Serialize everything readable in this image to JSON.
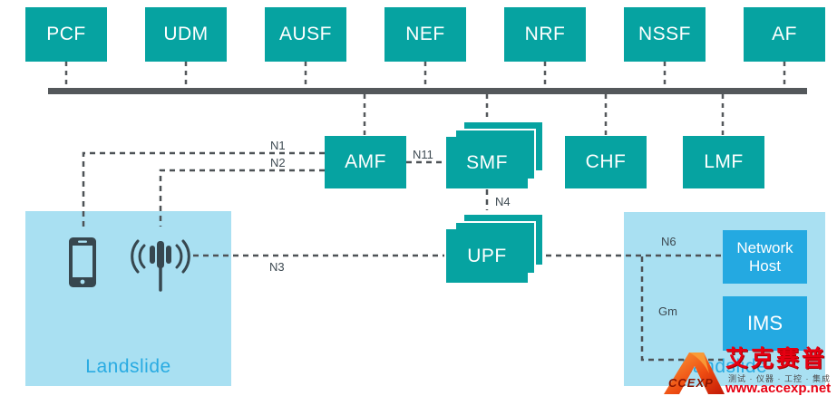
{
  "palette": {
    "node_teal": "#06A3A1",
    "region_light_blue": "#A9E0F2",
    "edge_bright_blue": "#24A9E1",
    "landslide_text_blue": "#29ABE2",
    "bus_gray": "#54585B",
    "dash_gray": "#4D5256",
    "label_dark": "#3E4A52",
    "icon_slate": "#37474F",
    "watermark_red": "#E60012"
  },
  "bus_nodes": [
    {
      "label": "PCF"
    },
    {
      "label": "UDM"
    },
    {
      "label": "AUSF"
    },
    {
      "label": "NEF"
    },
    {
      "label": "NRF"
    },
    {
      "label": "NSSF"
    },
    {
      "label": "AF"
    }
  ],
  "core": {
    "amf": "AMF",
    "smf": "SMF",
    "chf": "CHF",
    "lmf": "LMF",
    "upf": "UPF"
  },
  "edge": {
    "network_host": "Network Host",
    "ims": "IMS"
  },
  "interfaces": {
    "n1": "N1",
    "n2": "N2",
    "n3": "N3",
    "n4": "N4",
    "n6": "N6",
    "n11": "N11",
    "gm": "Gm"
  },
  "regions": {
    "left_label": "Landslide",
    "right_label": "Landslide"
  },
  "icons": {
    "ue": "smartphone-icon",
    "ran": "cell-tower-icon"
  },
  "watermark": {
    "logo_text": "CCEXP",
    "brand_cn": "艾克赛普",
    "slogan": "测试 · 仪器 · 工控 · 集成",
    "url": "www.accexp.net"
  }
}
